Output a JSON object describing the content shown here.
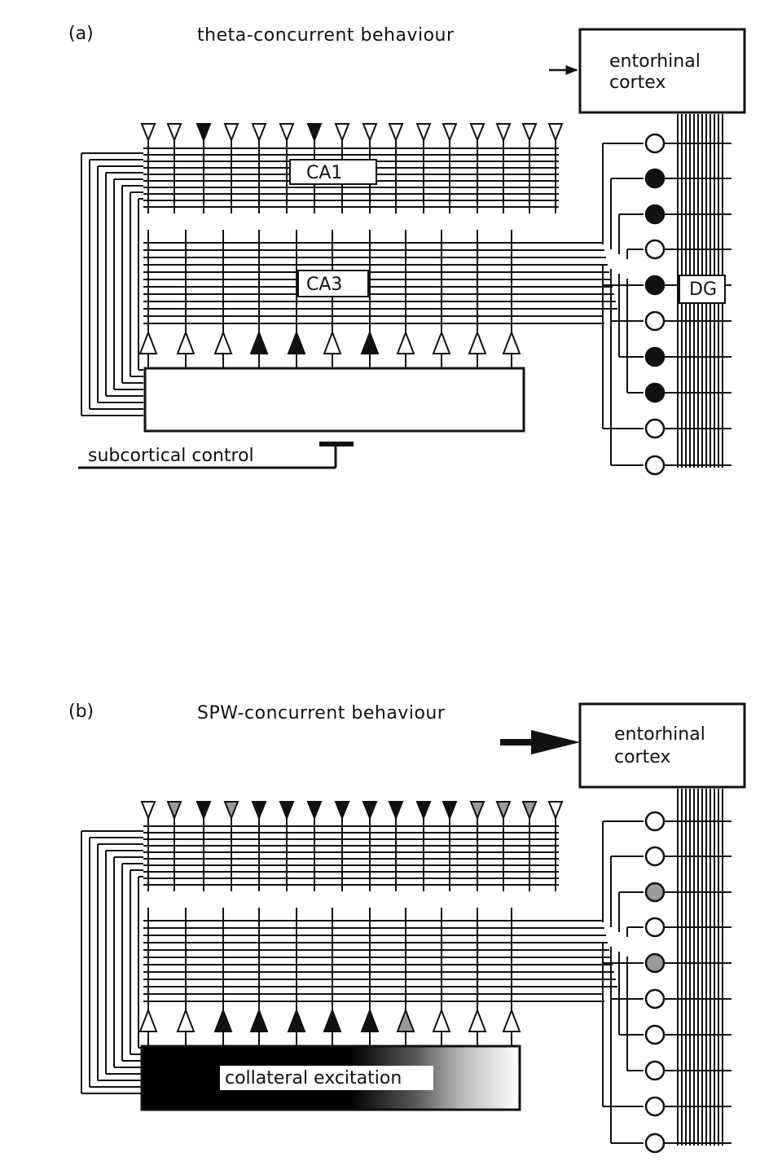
{
  "panels": [
    {
      "id": "a",
      "panel_label": "(a)",
      "title": "theta-concurrent behaviour",
      "cortex_label": [
        "entorhinal",
        "cortex"
      ],
      "ca1_label": "CA1",
      "ca3_label": "CA3",
      "dg_label": "DG",
      "bottom_box_label": "",
      "control_label": "subcortical control",
      "input_arrow": "thin",
      "ca1_cells": [
        "open",
        "open",
        "filled",
        "open",
        "open",
        "open",
        "filled",
        "open",
        "open",
        "open",
        "open",
        "open",
        "open",
        "open",
        "open",
        "open"
      ],
      "ca3_cells": [
        "open",
        "open",
        "open",
        "filled",
        "filled",
        "open",
        "filled",
        "open",
        "open",
        "open",
        "open"
      ],
      "dg_cells": [
        "open",
        "filled",
        "filled",
        "open",
        "filled",
        "open",
        "filled",
        "filled",
        "open",
        "open"
      ],
      "bottom_box_fill": "none"
    },
    {
      "id": "b",
      "panel_label": "(b)",
      "title": "SPW-concurrent behaviour",
      "cortex_label": [
        "entorhinal",
        "cortex"
      ],
      "ca1_label": "",
      "ca3_label": "",
      "dg_label": "",
      "bottom_box_label": "collateral excitation",
      "control_label": "",
      "input_arrow": "thick",
      "ca1_cells": [
        "open",
        "grey",
        "filled",
        "grey",
        "filled",
        "filled",
        "filled",
        "filled",
        "filled",
        "filled",
        "filled",
        "filled",
        "grey",
        "grey",
        "grey",
        "open"
      ],
      "ca3_cells": [
        "open",
        "open",
        "filled",
        "filled",
        "filled",
        "filled",
        "filled",
        "grey",
        "open",
        "open",
        "open"
      ],
      "dg_cells": [
        "open",
        "open",
        "grey",
        "open",
        "grey",
        "open",
        "open",
        "open",
        "open",
        "open"
      ],
      "bottom_box_fill": "gradient"
    }
  ],
  "colors": {
    "ink": "#111111",
    "grey_cell": "#9a9a9a",
    "background": "#ffffff"
  }
}
